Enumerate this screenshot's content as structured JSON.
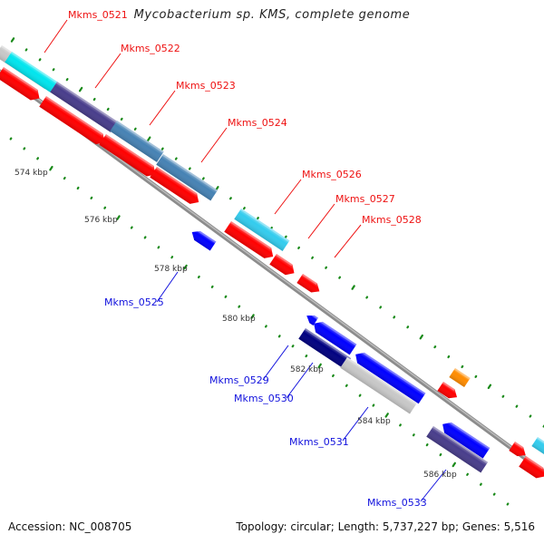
{
  "title": "Mycobacterium sp. KMS, complete genome",
  "footer": {
    "accession": "Accession: NC_008705",
    "summary": "Topology: circular; Length: 5,737,227 bp; Genes: 5,516"
  },
  "colors": {
    "backbone": "#8c8c8c",
    "tick": "#1a8a1a",
    "label_forward": "#ee1111",
    "label_reverse": "#1111dd",
    "kbp_label": "#333333"
  },
  "axis": {
    "ticks_kbp": [
      {
        "label": "574 kbp",
        "kbp": 574
      },
      {
        "label": "576 kbp",
        "kbp": 576
      },
      {
        "label": "578 kbp",
        "kbp": 578
      },
      {
        "label": "580 kbp",
        "kbp": 580
      },
      {
        "label": "582 kbp",
        "kbp": 582
      },
      {
        "label": "584 kbp",
        "kbp": 584
      },
      {
        "label": "586 kbp",
        "kbp": 586
      }
    ]
  },
  "genes_labeled": [
    {
      "name": "Mkms_0521",
      "strand": "forward"
    },
    {
      "name": "Mkms_0522",
      "strand": "forward"
    },
    {
      "name": "Mkms_0523",
      "strand": "forward"
    },
    {
      "name": "Mkms_0524",
      "strand": "forward"
    },
    {
      "name": "Mkms_0526",
      "strand": "forward"
    },
    {
      "name": "Mkms_0527",
      "strand": "forward"
    },
    {
      "name": "Mkms_0528",
      "strand": "forward"
    },
    {
      "name": "Mkms_0525",
      "strand": "reverse"
    },
    {
      "name": "Mkms_0529",
      "strand": "reverse"
    },
    {
      "name": "Mkms_0530",
      "strand": "reverse"
    },
    {
      "name": "Mkms_0531",
      "strand": "reverse"
    },
    {
      "name": "Mkms_0533",
      "strand": "reverse"
    }
  ],
  "features": [
    {
      "id": "cog-0521",
      "track": "fwd-cog",
      "color": "#00e5ee"
    },
    {
      "id": "cog-0522",
      "track": "fwd-cog",
      "color": "#483d8b"
    },
    {
      "id": "cog-0523",
      "track": "fwd-cog",
      "color": "#4682b4"
    },
    {
      "id": "cog-0524",
      "track": "fwd-cog",
      "color": "#4682b4"
    },
    {
      "id": "cog-0526",
      "track": "fwd-cog",
      "color": "#33ccee"
    },
    {
      "id": "cds-fwd",
      "track": "fwd-cds",
      "color": "#ff0000"
    },
    {
      "id": "cds-rev",
      "track": "rev-cds",
      "color": "#0000ff"
    },
    {
      "id": "cog-0529",
      "track": "rev-cog",
      "color": "#000080"
    },
    {
      "id": "cog-0530",
      "track": "rev-cog",
      "color": "#c8c8c8"
    },
    {
      "id": "cog-0533",
      "track": "rev-cog",
      "color": "#483d8b"
    },
    {
      "id": "cog-orange",
      "track": "fwd-cog",
      "color": "#ff8c00"
    }
  ]
}
